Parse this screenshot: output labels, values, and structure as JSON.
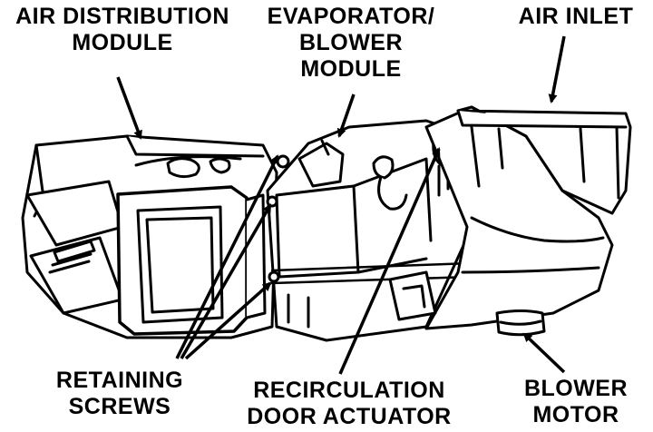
{
  "diagram": {
    "labels": {
      "air_distribution_module": [
        "AIR DISTRIBUTION",
        "MODULE"
      ],
      "evaporator_blower_module": [
        "EVAPORATOR/",
        "BLOWER",
        "MODULE"
      ],
      "air_inlet": [
        "AIR INLET"
      ],
      "retaining_screws": [
        "RETAINING",
        "SCREWS"
      ],
      "recirculation_door_actuator": [
        "RECIRCULATION",
        "DOOR ACTUATOR"
      ],
      "blower_motor": [
        "BLOWER",
        "MOTOR"
      ]
    }
  },
  "colors": {
    "ink": "#000000",
    "paper": "#ffffff"
  }
}
